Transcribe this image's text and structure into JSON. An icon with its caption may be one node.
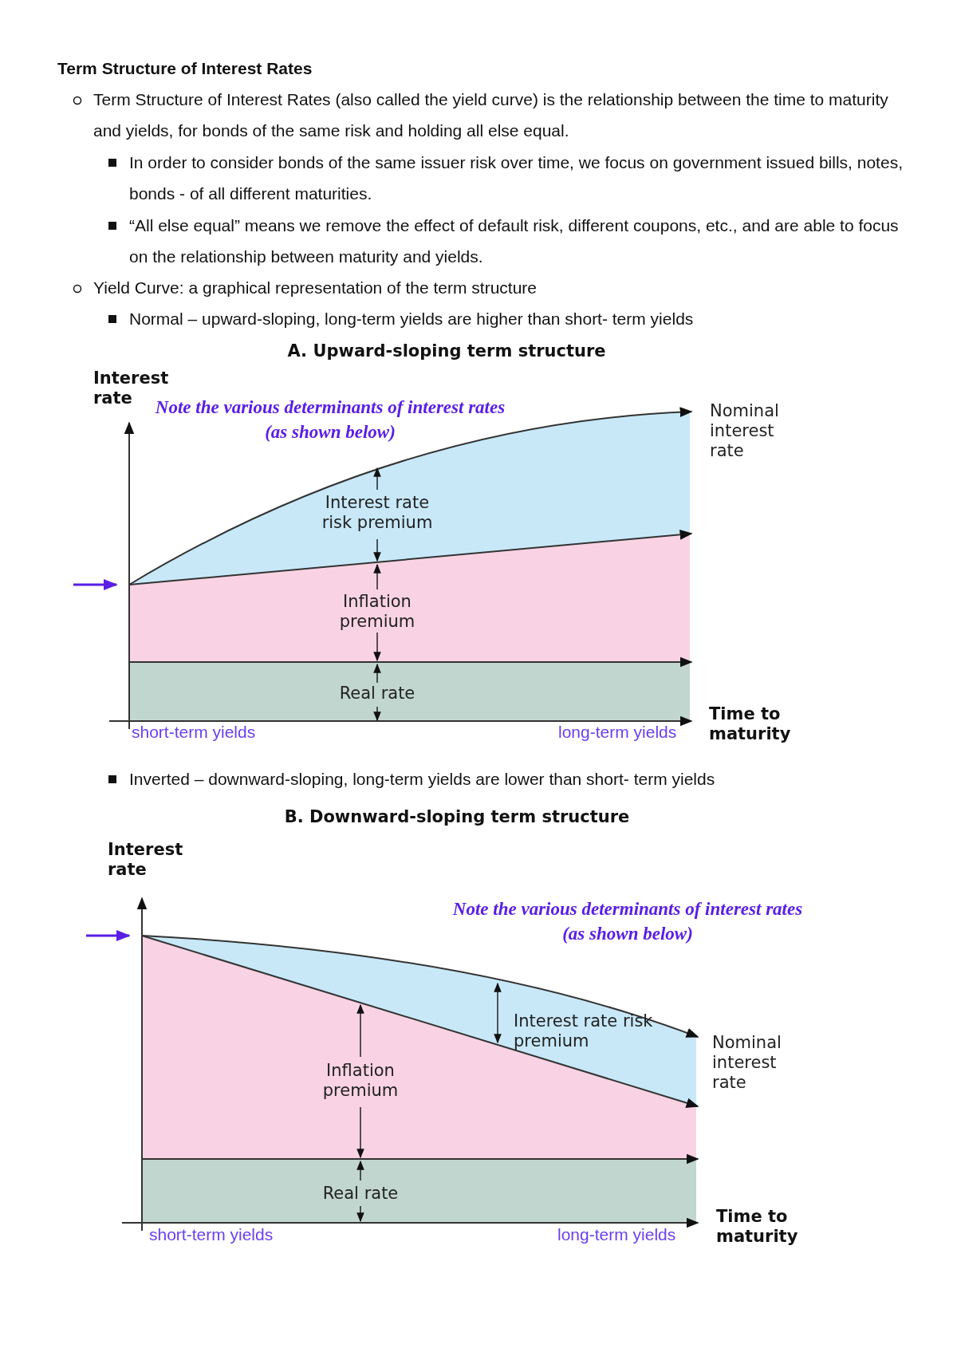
{
  "diagram": {
    "title": "Term Structure of Interest Rates",
    "labels": [
      "Term Structure of Interest Rates (also called the yield curve) is the relationship between the time to maturity and yields, for bonds of the same risk and holding all else equal.",
      "In order to consider bonds of the same issuer risk over time, we focus on government issued bills, notes, bonds - of all different maturities.",
      "“All else equal” means we remove the effect of default risk, different coupons, etc., and are able to focus on the relationship between maturity and yields.",
      "Yield Curve: a graphical representation of the term structure",
      "Normal – upward-sloping, long-term yields are higher than short- term yields",
      "A. Upward-sloping term structure",
      "Interest rate",
      "Note the various determinants of interest rates (as shown below)",
      "Nominal interest rate",
      "Interest rate risk premium",
      "Inflation premium",
      "Real rate",
      "Time to maturity",
      "short-term yields",
      "long-term yields",
      "Inverted – downward-sloping, long-term yields are lower than short- term yields",
      "B. Downward-sloping term structure",
      "Interest rate",
      "Note the various determinants of interest rates (as shown below)",
      "Interest rate risk premium",
      "Nominal interest rate",
      "Inflation premium",
      "Real rate",
      "Time to maturity",
      "short-term yields",
      "long-term yields"
    ]
  }
}
